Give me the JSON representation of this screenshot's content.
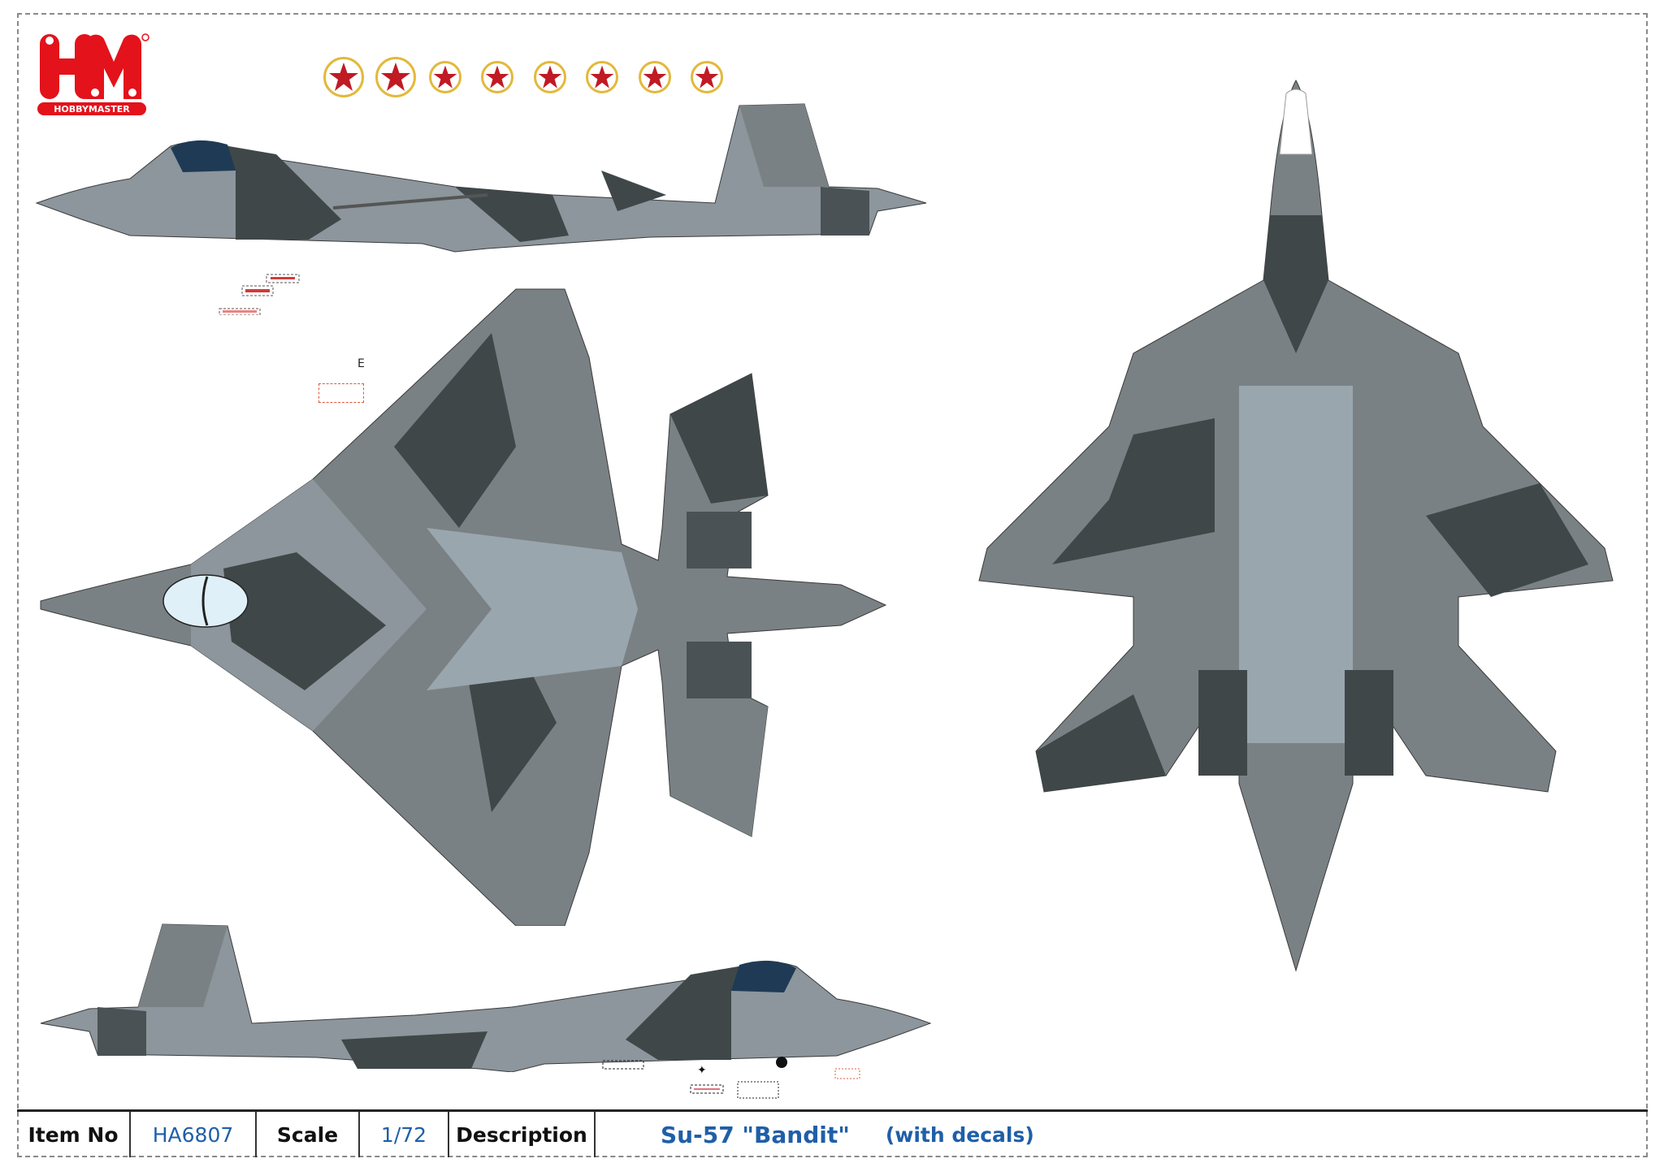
{
  "brand": {
    "logo_letters": "HM",
    "logo_wordmark": "HOBBYMASTER",
    "logo_mark": "®",
    "brand_red": "#e3121b"
  },
  "insignia": {
    "type": "red-star-roundel",
    "count": 8,
    "star_color": "#c01a24",
    "ring_color": "#e2b93b"
  },
  "views": [
    {
      "name": "left-side-profile"
    },
    {
      "name": "top-view"
    },
    {
      "name": "right-side-profile"
    },
    {
      "name": "bottom-view"
    }
  ],
  "camouflage": {
    "dark_grey": "#3f4749",
    "medium_grey": "#7a8184",
    "light_grey": "#9aa6ae",
    "canopy": "#dff0f8"
  },
  "decal_marks": {
    "lower_label": "E"
  },
  "title_block": {
    "item_no_label": "Item No",
    "item_no_value": "HA6807",
    "scale_label": "Scale",
    "scale_value": "1/72",
    "description_label": "Description",
    "description_value": "Su-57 \"Bandit\"",
    "description_note": "(with decals)"
  }
}
